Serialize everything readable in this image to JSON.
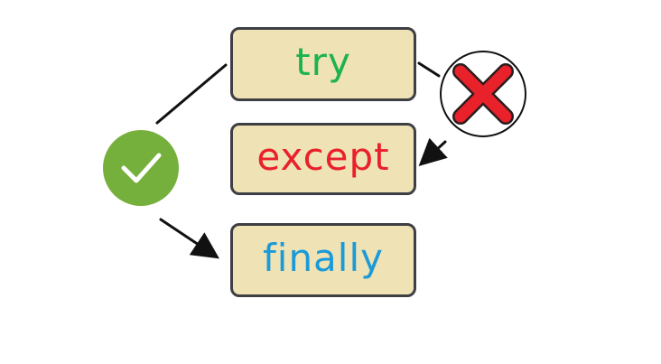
{
  "blocks": {
    "try": {
      "label": "try",
      "color": "#1db34c"
    },
    "except": {
      "label": "except",
      "color": "#e8212b"
    },
    "finally": {
      "label": "finally",
      "color": "#1b9ad8"
    }
  },
  "colors": {
    "box_fill": "#efe2b5",
    "box_border": "#3e3f45",
    "success_badge": "#76b03c",
    "error_badge": "#e8212b",
    "arrow": "#111111"
  },
  "icons": {
    "success": "check-icon",
    "error": "cross-icon"
  }
}
